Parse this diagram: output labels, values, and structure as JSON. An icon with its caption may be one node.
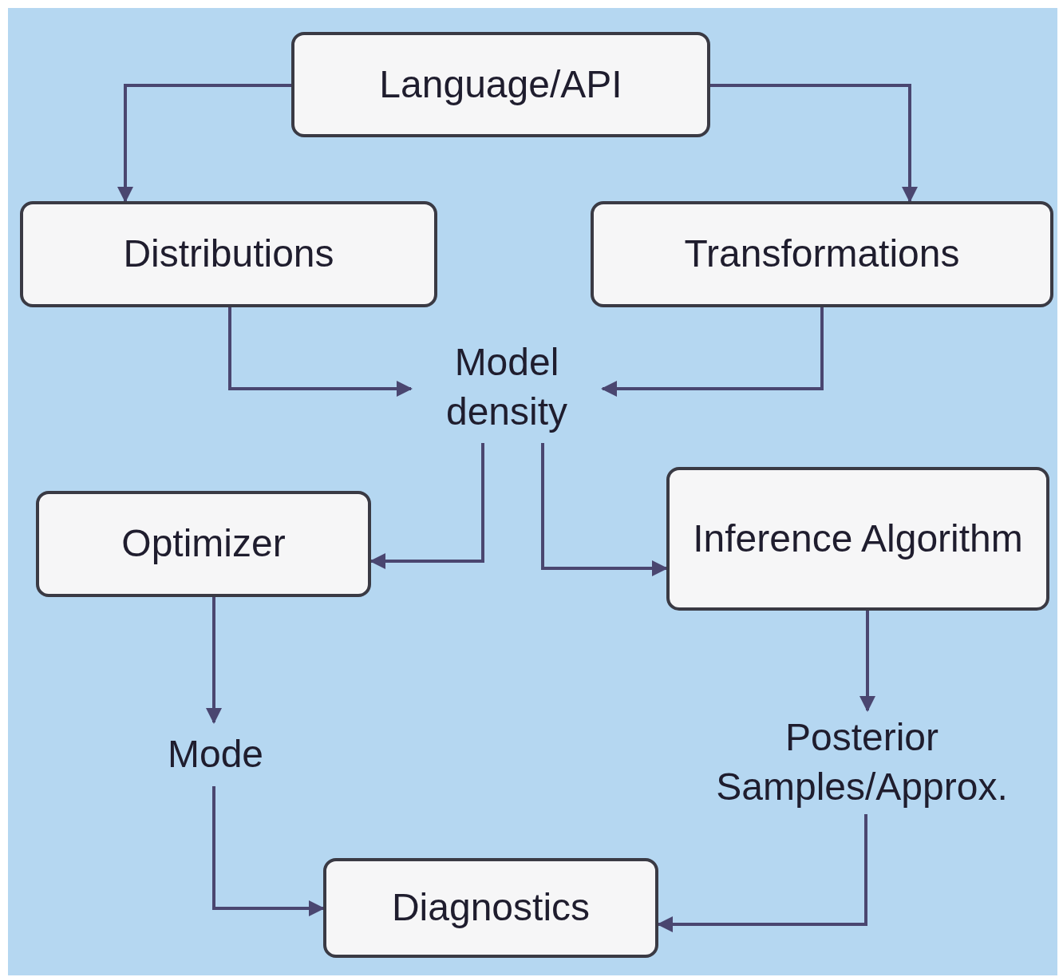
{
  "diagram": {
    "nodes": [
      {
        "text": [
          "Language/API"
        ]
      },
      {
        "text": [
          "Distributions"
        ]
      },
      {
        "text": [
          "Transformations"
        ]
      },
      {
        "text": [
          "Model density"
        ]
      },
      {
        "text": [
          "Optimizer"
        ]
      },
      {
        "text": [
          "Inference Algorithm"
        ]
      },
      {
        "text": [
          "Mode"
        ]
      },
      {
        "text": [
          "Posterior Samples/Approx."
        ]
      },
      {
        "text": [
          "Diagnostics"
        ]
      }
    ],
    "edges": [
      {
        "from": 0,
        "to": 1,
        "arrow": "to"
      },
      {
        "from": 0,
        "to": 2,
        "arrow": "to"
      },
      {
        "from": 1,
        "to": 3,
        "arrow": "to"
      },
      {
        "from": 2,
        "to": 3,
        "arrow": "to"
      },
      {
        "from": 3,
        "to": 4,
        "arrow": "to"
      },
      {
        "from": 3,
        "to": 5,
        "arrow": "to"
      },
      {
        "from": 4,
        "to": 6,
        "arrow": "to"
      },
      {
        "from": 5,
        "to": 7,
        "arrow": "to"
      },
      {
        "from": 6,
        "to": 8,
        "arrow": "to"
      },
      {
        "from": 7,
        "to": 8,
        "arrow": "to"
      }
    ]
  }
}
